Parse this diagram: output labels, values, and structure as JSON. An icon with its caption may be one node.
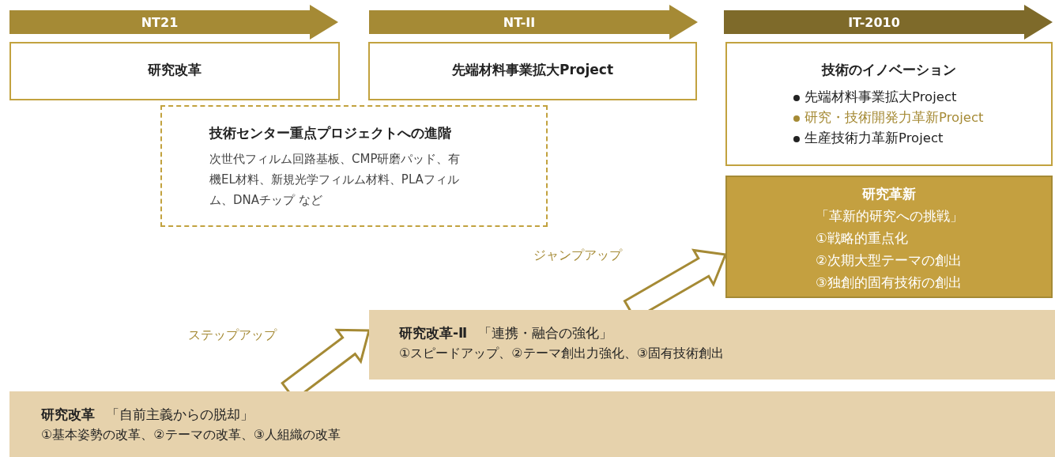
{
  "diagram": {
    "nodes": [
      {
        "text": [
          "NT21"
        ]
      },
      {
        "text": [
          "NT-II"
        ]
      },
      {
        "text": [
          "IT-2010"
        ]
      },
      {
        "text": [
          "研究改革"
        ]
      },
      {
        "text": [
          "先端材料事業拡大Project"
        ]
      },
      {
        "text": [
          "技術センター重点プロジェクトへの進階",
          "次世代フィルム回路基板、CMP研磨パッド、有機EL材料、新規光学フィルム材料、PLAフィルム、DNAチップ など"
        ]
      },
      {
        "text": [
          "技術のイノベーション",
          "先端材料事業拡大Project",
          "研究・技術開発力革新Project",
          "生産技術力革新Project"
        ]
      },
      {
        "text": [
          "研究革新",
          "「革新的研究への挑戦」",
          "①戦略的重点化",
          "②次期大型テーマの創出",
          "③独創的固有技術の創出"
        ]
      },
      {
        "text": [
          "研究改革-Ⅱ",
          "「連携・融合の強化」",
          "①スピードアップ、②テーマ創出力強化、③固有技術創出"
        ]
      },
      {
        "text": [
          "研究改革",
          "「自前主義からの脱却」",
          "①基本姿勢の改革、②テーマの改革、③人組織の改革"
        ]
      }
    ],
    "edges": [
      {
        "from": 9,
        "to": 8,
        "arrow": "to",
        "label": "ステップアップ"
      },
      {
        "from": 8,
        "to": 7,
        "arrow": "to",
        "label": "ジャンプアップ"
      }
    ]
  }
}
